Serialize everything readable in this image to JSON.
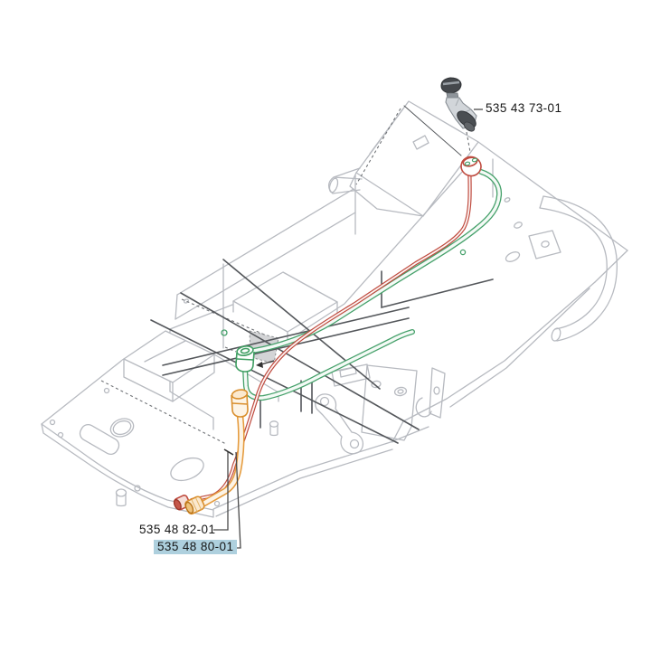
{
  "diagram": {
    "type": "exploded-parts-diagram",
    "description": "Chassis frame line drawing with fuel hose routing",
    "part_labels": [
      {
        "part_number": "535 43 73-01",
        "highlighted": false
      },
      {
        "part_number": "535 48 82-01",
        "highlighted": false
      },
      {
        "part_number": "535 48 80-01",
        "highlighted": true
      }
    ],
    "highlight_color": "#aed0de",
    "colors": {
      "frame_line": "#b7bac0",
      "dark_line": "#54575b",
      "red_hose": "#bf4b3f",
      "green_hose": "#3f9e62",
      "orange_hose": "#e59b3d",
      "text": "#161616"
    }
  }
}
